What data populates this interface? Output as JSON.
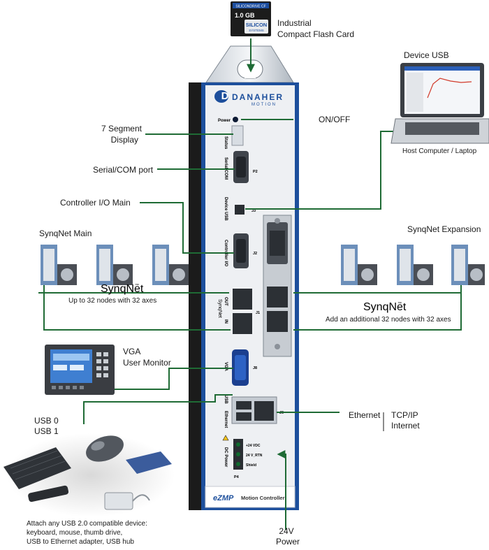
{
  "cf_card": {
    "brand_top": "SILICONDRIVE CF",
    "capacity": "1.0 GB",
    "maker": "SILICON",
    "maker_sub": "SYSTEMS",
    "label_line1": "Industrial",
    "label_line2": "Compact Flash Card"
  },
  "controller": {
    "brand": "DANAHER",
    "brand_sub": "MOTION",
    "model": "eZMP",
    "model_desc": "Motion Controller",
    "port_labels": {
      "power": "Power",
      "status": "Status",
      "serial": "Serial/COM",
      "p2": "P2",
      "device_usb": "Device USB",
      "j3": "J3",
      "controller_io": "Controller I/O",
      "j2": "J2",
      "out": "OUT",
      "in": "IN",
      "synqnet": "SynqNet",
      "j1": "J1",
      "vga": "VGA",
      "j8": "J8",
      "usb": "USB",
      "ethernet": "Ethernet",
      "j6": "J6",
      "dc_power": "DC Power",
      "plus24": "+24 VDC",
      "rtn": "24 V_RTN",
      "shield": "Shield",
      "p4": "P4"
    }
  },
  "labels": {
    "seven_segment_1": "7 Segment",
    "seven_segment_2": "Display",
    "serial_port": "Serial/COM port",
    "controller_io": "Controller I/O Main",
    "onoff": "ON/OFF",
    "device_usb": "Device USB",
    "host_computer": "Host Computer / Laptop",
    "synqnet_main": "SynqNet Main",
    "synqnet_expansion": "SynqNet Expansion",
    "synqnet_brand": "SynqNet",
    "synqnet_brand_mark": "™",
    "up_to_32": "Up to 32 nodes with 32 axes",
    "add_32": "Add an additional 32 nodes with 32 axes",
    "vga_1": "VGA",
    "vga_2": "User Monitor",
    "usb0": "USB 0",
    "usb1": "USB 1",
    "ethernet": "Ethernet",
    "tcpip": "TCP/IP",
    "internet": "Internet",
    "attach_1": "Attach any USB 2.0 compatible device:",
    "attach_2": "keyboard, mouse, thumb drive,",
    "attach_3": "USB to Ethernet adapter, USB hub",
    "v24_1": "24V",
    "v24_2": "Power"
  },
  "colors": {
    "connector_line": "#1f6b35",
    "controller_blue": "#1d4f9c",
    "panel_face": "#eef0f3",
    "heatsink": "#1b1b1b"
  }
}
